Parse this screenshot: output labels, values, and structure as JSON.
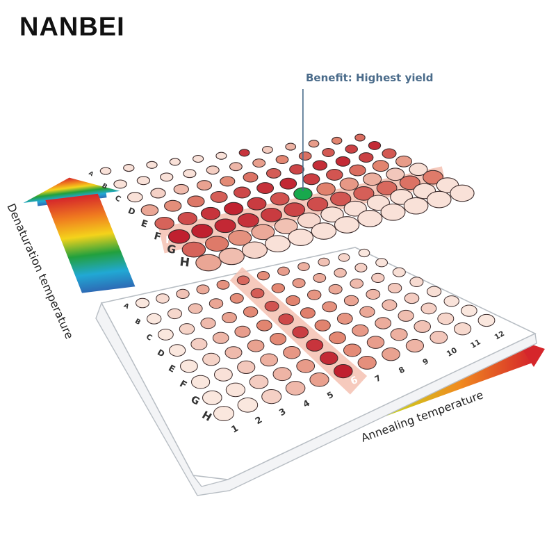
{
  "brand": "NANBEI",
  "callout": "Benefit: Highest yield",
  "axes": {
    "denaturation": "Denaturation temperature",
    "annealing": "Annealing temperature"
  },
  "rows": [
    "A",
    "B",
    "C",
    "D",
    "E",
    "F",
    "G",
    "H"
  ],
  "columns": [
    "1",
    "2",
    "3",
    "4",
    "5",
    "6",
    "7",
    "8",
    "9",
    "10",
    "11",
    "12"
  ],
  "top_plate": {
    "highlight_row": "F",
    "optimum_well": "E7"
  },
  "bottom_plate": {
    "highlight_column": "6"
  },
  "colors": {
    "well_dark": "#c0202f",
    "well_light": "#fbe9e2",
    "optimum": "#18a84d",
    "highlight_band": "#f4c1b2",
    "gradient": [
      "#d5262b",
      "#f07d1f",
      "#f4d31b",
      "#22a03d",
      "#21a8d4",
      "#2d6ab5"
    ]
  }
}
